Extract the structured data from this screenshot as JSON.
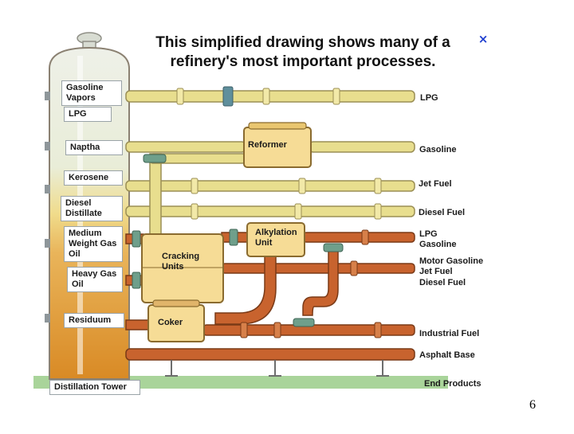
{
  "title": "This simplified drawing shows many of a refinery's most important processes.",
  "close_glyph": "×",
  "page_number": "6",
  "colors": {
    "yellow_pipe": "#e8de8e",
    "orange_pipe": "#c8632e",
    "brown_pipe": "#a5532c",
    "tower_top": "#eef0e8",
    "tower_bottom": "#d98a25",
    "unit_fill": "#f6dc96",
    "ground": "#a9d49a",
    "close": "#1f3fd0"
  },
  "tower": {
    "label": "Distillation Tower",
    "fractions": [
      "Gasoline Vapors",
      "LPG",
      "Naptha",
      "Kerosene",
      "Diesel Distillate",
      "Medium Weight Gas Oil",
      "Heavy Gas Oil",
      "Residuum"
    ]
  },
  "units": {
    "reformer": "Reformer",
    "alkylation": "Alkylation Unit",
    "cracking": "Cracking Units",
    "coker": "Coker"
  },
  "products": {
    "lpg": "LPG",
    "gasoline": "Gasoline",
    "jet_fuel": "Jet Fuel",
    "diesel_fuel": "Diesel Fuel",
    "lpg_gasoline_1": "LPG",
    "lpg_gasoline_2": "Gasoline",
    "motor_1": "Motor Gasoline",
    "motor_2": "Jet Fuel",
    "motor_3": "Diesel Fuel",
    "industrial_fuel": "Industrial Fuel",
    "asphalt_base": "Asphalt Base",
    "end_products": "End Products"
  }
}
